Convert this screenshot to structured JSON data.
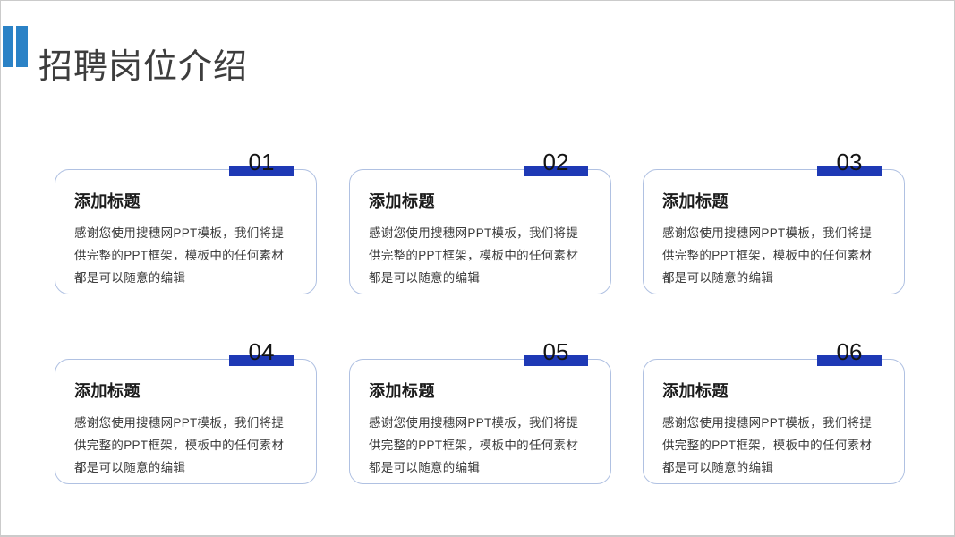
{
  "theme": {
    "accent_color": "#2B82C6",
    "number_bar_color": "#1E39B5",
    "card_border_color": "#B0C1E2",
    "slide_border_color": "#CBCBCB",
    "title_color": "#3D3D3D",
    "text_color": "#3C3C3C"
  },
  "header": {
    "title": "招聘岗位介绍"
  },
  "cards": [
    {
      "number": "01",
      "title": "添加标题",
      "body": "感谢您使用搜穗网PPT模板，我们将提供完整的PPT框架，模板中的任何素材都是可以随意的编辑"
    },
    {
      "number": "02",
      "title": "添加标题",
      "body": "感谢您使用搜穗网PPT模板，我们将提供完整的PPT框架，模板中的任何素材都是可以随意的编辑"
    },
    {
      "number": "03",
      "title": "添加标题",
      "body": "感谢您使用搜穗网PPT模板，我们将提供完整的PPT框架，模板中的任何素材都是可以随意的编辑"
    },
    {
      "number": "04",
      "title": "添加标题",
      "body": "感谢您使用搜穗网PPT模板，我们将提供完整的PPT框架，模板中的任何素材都是可以随意的编辑"
    },
    {
      "number": "05",
      "title": "添加标题",
      "body": "感谢您使用搜穗网PPT模板，我们将提供完整的PPT框架，模板中的任何素材都是可以随意的编辑"
    },
    {
      "number": "06",
      "title": "添加标题",
      "body": "感谢您使用搜穗网PPT模板，我们将提供完整的PPT框架，模板中的任何素材都是可以随意的编辑"
    }
  ]
}
